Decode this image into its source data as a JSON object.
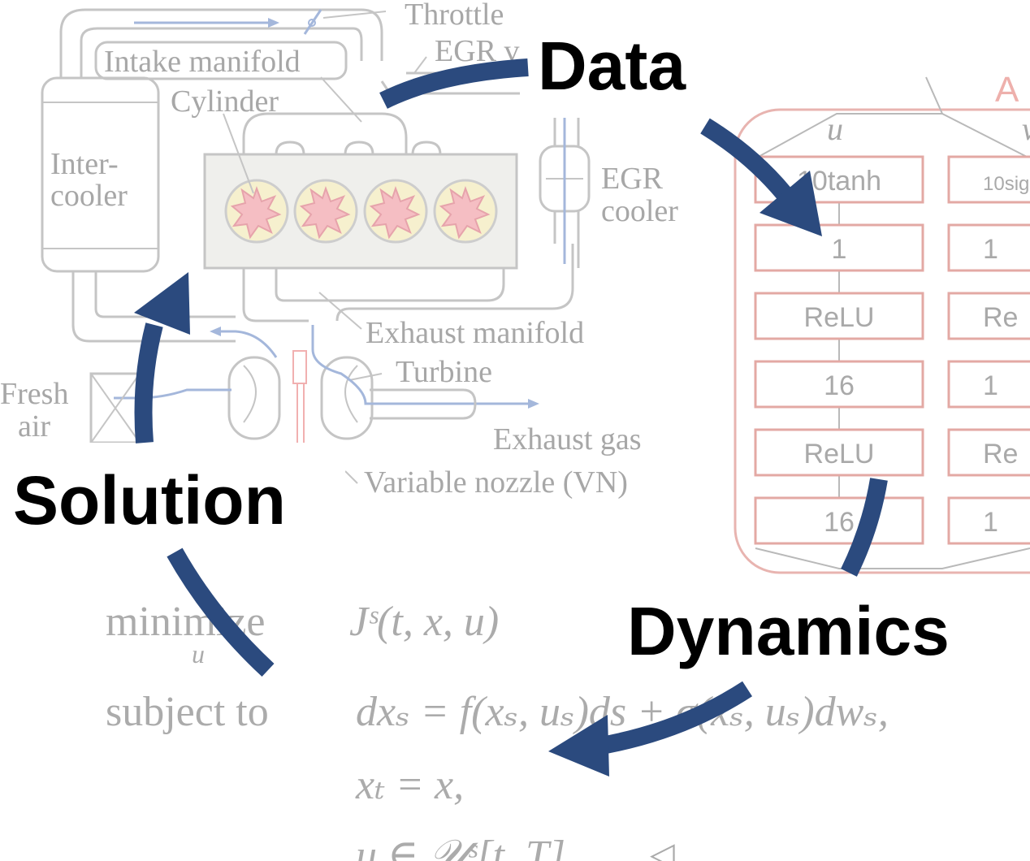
{
  "cycle": {
    "data_label": "Data",
    "dynamics_label": "Dynamics",
    "solution_label": "Solution",
    "arrow_color": "#2b4a7e"
  },
  "engine": {
    "throttle": "Throttle",
    "egr_valve": "EGR v",
    "intake_manifold": "Intake manifold",
    "cylinder": "Cylinder",
    "intercooler_line1": "Inter-",
    "intercooler_line2": "cooler",
    "egr_cooler_line1": "EGR",
    "egr_cooler_line2": "cooler",
    "exhaust_manifold": "Exhaust manifold",
    "turbine": "Turbine",
    "fresh_air_line1": "Fresh",
    "fresh_air_line2": "air",
    "exhaust_gas": "Exhaust gas",
    "variable_nozzle": "Variable nozzle (VN)"
  },
  "network": {
    "title_fragment": "A",
    "input_u": "u",
    "input_v": "v",
    "left_column": [
      "10tanh",
      "1",
      "ReLU",
      "16",
      "ReLU",
      "16"
    ],
    "right_column": [
      "10sig",
      "1",
      "Re",
      "1",
      "Re",
      "1"
    ],
    "box_color": "#e3a9a4"
  },
  "optimization": {
    "minimize": "minimize",
    "minimize_sub": "u",
    "objective": "Jˢ(t, x, u)",
    "subject_to": "subject to",
    "constraint_1": "dxₛ = f(xₛ, uₛ)ds + σ(xₛ, uₛ)dwₛ,",
    "constraint_2": "xₜ = x,",
    "constraint_3": "u ∈ 𝒰ˢ[t, T]",
    "triangle": "◁"
  }
}
